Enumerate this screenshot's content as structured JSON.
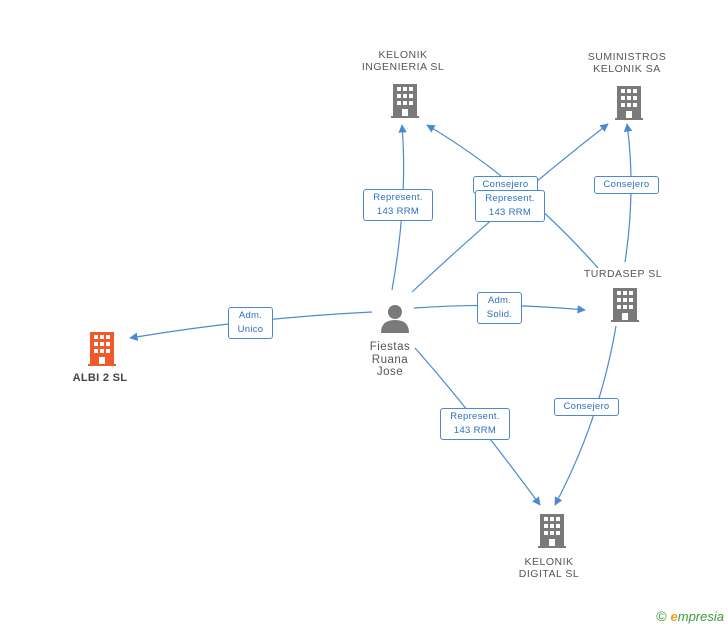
{
  "colors": {
    "edge": "#4a8ad4",
    "company_icon": "#7a7a7a",
    "focus_icon": "#f05a2a",
    "person_icon": "#7a7a7a"
  },
  "nodes": {
    "albi2": {
      "label": "ALBI 2 SL",
      "icon": "building-icon"
    },
    "fiestas": {
      "label": "Fiestas\nRuana\nJose",
      "icon": "person-icon"
    },
    "kelonik_ing": {
      "label": "KELONIK\nINGENIERIA SL",
      "icon": "building-icon"
    },
    "suministros": {
      "label": "SUMINISTROS\nKELONIK SA",
      "icon": "building-icon"
    },
    "turdasep": {
      "label": "TURDASEP SL",
      "icon": "building-icon"
    },
    "kelonik_dig": {
      "label": "KELONIK\nDIGITAL SL",
      "icon": "building-icon"
    }
  },
  "edges": {
    "adm_unico": "Adm.\nUnico",
    "adm_solid": "Adm.\nSolid.",
    "repr_ing": "Represent.\n143 RRM",
    "repr_sum": "Represent.\n143 RRM",
    "consejero_turd_ing": "Consejero",
    "consejero_turd_sum": "Consejero",
    "repr_dig": "Represent.\n143 RRM",
    "consejero_turd_dig": "Consejero"
  },
  "footer": {
    "copyright": "©",
    "brand_first": "e",
    "brand_rest": "mpresia"
  }
}
